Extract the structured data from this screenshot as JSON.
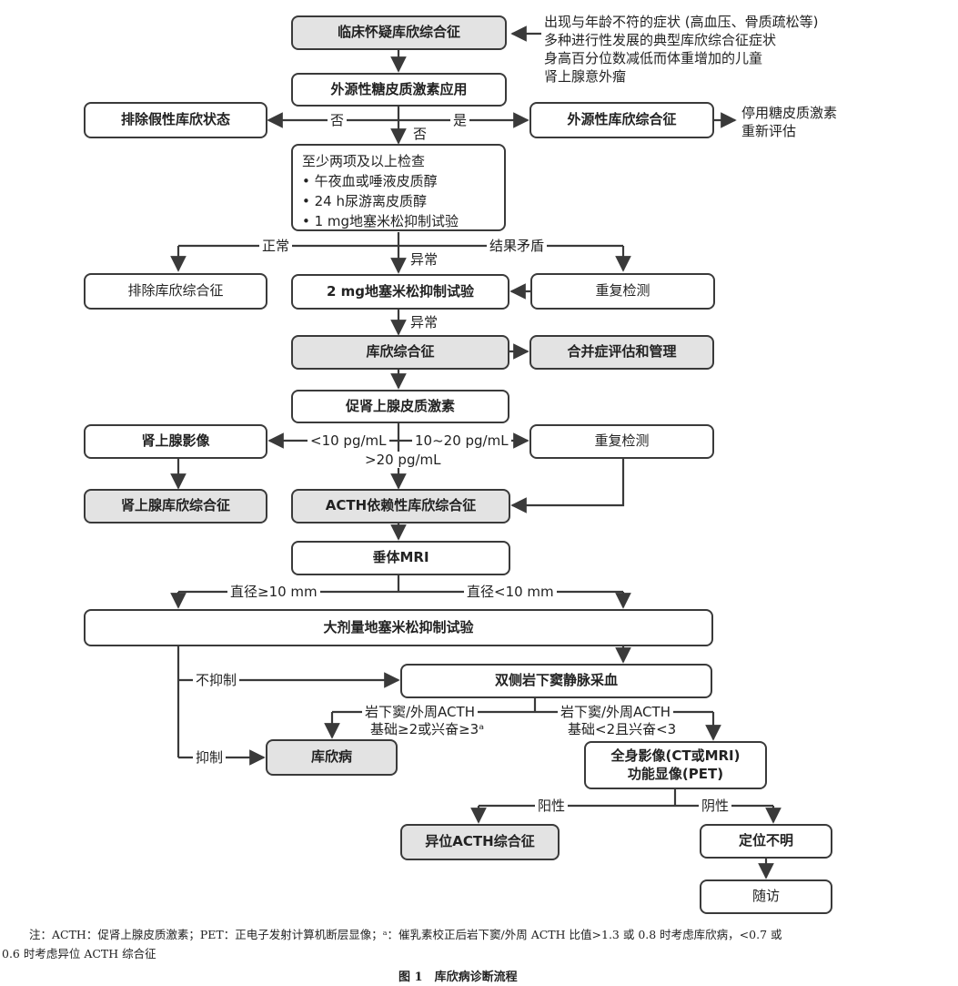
{
  "boxes": {
    "suspect": "临床怀疑库欣综合征",
    "exogenous_use": "外源性糖皮质激素应用",
    "pseudo_cushing": "排除假性库欣状态",
    "exogenous_cushing": "外源性库欣综合征",
    "tests_title": "至少两项及以上检查",
    "tests_items": [
      "• 午夜血或唾液皮质醇",
      "• 24 h尿游离皮质醇",
      "• 1 mg地塞米松抑制试验"
    ],
    "exclude_cushing": "排除库欣综合征",
    "dex2mg": "2 mg地塞米松抑制试验",
    "repeat1": "重复检测",
    "cushing_syndrome": "库欣综合征",
    "complications": "合并症评估和管理",
    "acth": "促肾上腺皮质激素",
    "adrenal_imaging": "肾上腺影像",
    "repeat2": "重复检测",
    "adrenal_cushing": "肾上腺库欣综合征",
    "acth_dependent": "ACTH依赖性库欣综合征",
    "pituitary_mri": "垂体MRI",
    "high_dose_dex": "大剂量地塞米松抑制试验",
    "ipss": "双侧岩下窦静脉采血",
    "cushing_disease": "库欣病",
    "imaging_line1": "全身影像(CT或MRI)",
    "imaging_line2": "功能显像(PET)",
    "ectopic": "异位ACTH综合征",
    "unlocated": "定位不明",
    "followup": "随访"
  },
  "side_notes": {
    "symptoms": [
      "出现与年龄不符的症状 (高血压、骨质疏松等)",
      "多种进行性发展的典型库欣综合征症状",
      "身高百分位数减低而体重增加的儿童",
      "肾上腺意外瘤"
    ],
    "stop_steroid": [
      "停用糖皮质激素",
      "重新评估"
    ]
  },
  "labels": {
    "no_left": "否",
    "no_down": "否",
    "yes": "是",
    "normal": "正常",
    "abnormal1": "异常",
    "inconsistent": "结果矛盾",
    "abnormal2": "异常",
    "lt10": "<10 pg/mL",
    "r10_20": "10~20 pg/mL",
    "gt20": ">20 pg/mL",
    "diam_ge10": "直径≥10 mm",
    "diam_lt10": "直径<10 mm",
    "not_suppressed": "不抑制",
    "suppressed": "抑制",
    "ratio_high_1": "岩下窦/外周ACTH",
    "ratio_high_2": "基础≥2或兴奋≥3ᵃ",
    "ratio_low_1": "岩下窦/外周ACTH",
    "ratio_low_2": "基础<2且兴奋<3",
    "positive": "阳性",
    "negative": "阴性"
  },
  "footnote": {
    "line1": "注：ACTH：促肾上腺皮质激素；PET：正电子发射计算机断层显像；ᵃ：催乳素校正后岩下窦/外周 ACTH 比值>1.3 或 0.8 时考虑库欣病，<0.7 或",
    "line2": "0.6 时考虑异位 ACTH 综合征"
  },
  "caption": "图 1　库欣病诊断流程"
}
